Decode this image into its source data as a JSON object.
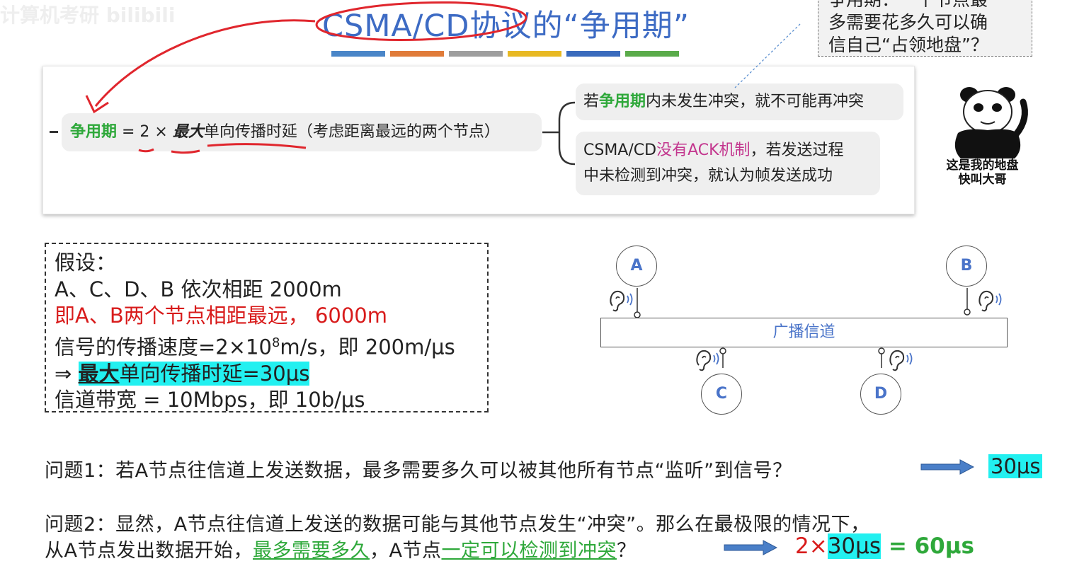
{
  "watermark": "计算机考研 bilibili",
  "title": {
    "text": "CSMA/CD协议的“争用期”",
    "bar_colors": [
      "#4a86c8",
      "#e07b39",
      "#9e9e9e",
      "#e8b923",
      "#3a6bbd",
      "#5aab4a"
    ]
  },
  "callout": {
    "line1": "争用期：一个节点最",
    "line2": "多需要花多久可以确",
    "line3": "信自己“占领地盘”？"
  },
  "mindmap": {
    "root": {
      "term": "争用期",
      "eq": " = 2 × ",
      "max": "最大",
      "rest": "单向传播时延（考虑距离最远的两个节点）"
    },
    "branch1": {
      "pre": "若",
      "term": "争用期",
      "post": "内未发生冲突，就不可能再冲突"
    },
    "branch2": {
      "pre": "CSMA/CD",
      "highlight": "没有ACK机制",
      "post": "，若发送过程",
      "line2": "中未检测到冲突，就认为帧发送成功"
    }
  },
  "meme": {
    "line1": "这是我的地盘",
    "line2": "快叫大哥"
  },
  "assumptions": {
    "head": "假设：",
    "line1": "A、C、D、B 依次相距 2000m",
    "line2": "即A、B两个节点相距最远， 6000m",
    "line3_pre": "信号的传播速度=2×10",
    "line3_sup": "8",
    "line3_post": "m/s，即 200m/μs",
    "line4_arrow": "⇒ ",
    "line4_max": "最大",
    "line4_rest": "单向传播时延=30μs",
    "line5": "信道带宽 = 10Mbps，即 10b/μs"
  },
  "diagram": {
    "channel_label": "广播信道",
    "nodes": [
      "A",
      "B",
      "C",
      "D"
    ]
  },
  "questions": {
    "q1_text": "问题1：若A节点往信道上发送数据，最多需要多久可以被其他所有节点“监听”到信号？",
    "q1_answer": "30μs",
    "q2_line1": "问题2：显然，A节点往信道上发送的数据可能与其他节点发生“冲突”。那么在最极限的情况下，",
    "q2_pre": "从A节点发出数据开始，",
    "q2_u1": "最多需要多久",
    "q2_mid": "，A节点",
    "q2_u2": "一定可以检测到冲突",
    "q2_end": "？",
    "q2_answer_pre": "2×",
    "q2_answer_hl": "30μs",
    "q2_answer_post": " = 60μs"
  },
  "colors": {
    "title_blue": "#3d6bc4",
    "green": "#2ea83a",
    "red": "#d81b1b",
    "magenta": "#c3368e",
    "cyan_highlight": "#22f0f0",
    "arrow_blue": "#4a7fc8"
  }
}
